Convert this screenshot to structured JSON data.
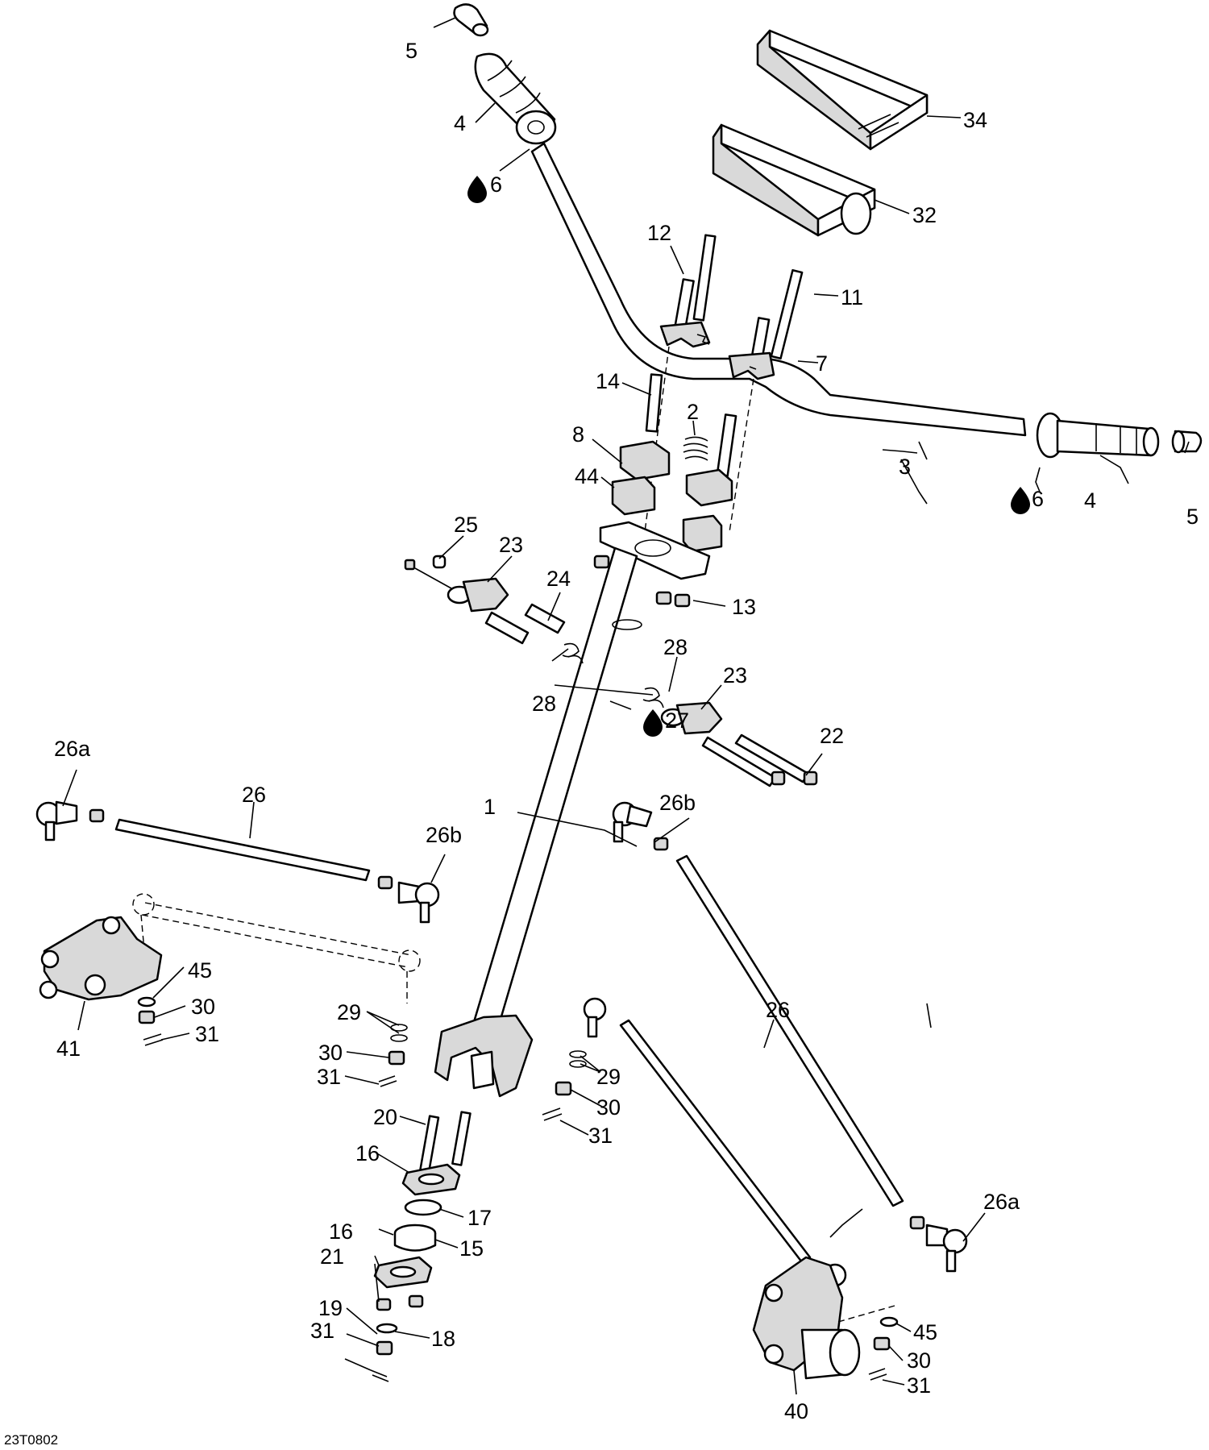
{
  "drawing_code": "23T0802",
  "callouts": {
    "c1": "1",
    "c2": "2",
    "c3": "3",
    "c4a": "4",
    "c4b": "4",
    "c5a": "5",
    "c5b": "5",
    "c6a": "6",
    "c6b": "6",
    "c7": "7",
    "c8": "8",
    "c11": "11",
    "c12": "12",
    "c13": "13",
    "c14": "14",
    "c15": "15",
    "c16a": "16",
    "c16b": "16",
    "c17": "17",
    "c18": "18",
    "c19": "19",
    "c20": "20",
    "c21": "21",
    "c22": "22",
    "c23a": "23",
    "c23b": "23",
    "c24": "24",
    "c25": "25",
    "c26a": "26",
    "c26b": "26",
    "c26a1": "26a",
    "c26a2": "26a",
    "c26b1": "26b",
    "c26b2": "26b",
    "c27": "27",
    "c28a": "28",
    "c28b": "28",
    "c29a": "29",
    "c29b": "29",
    "c30a": "30",
    "c30b": "30",
    "c30c": "30",
    "c30d": "30",
    "c31a": "31",
    "c31b": "31",
    "c31c": "31",
    "c31d": "31",
    "c31e": "31",
    "c32": "32",
    "c34": "34",
    "c40": "40",
    "c41": "41",
    "c44": "44",
    "c45a": "45",
    "c45b": "45"
  },
  "icons": {
    "lubricant": "oil-drop-icon"
  }
}
